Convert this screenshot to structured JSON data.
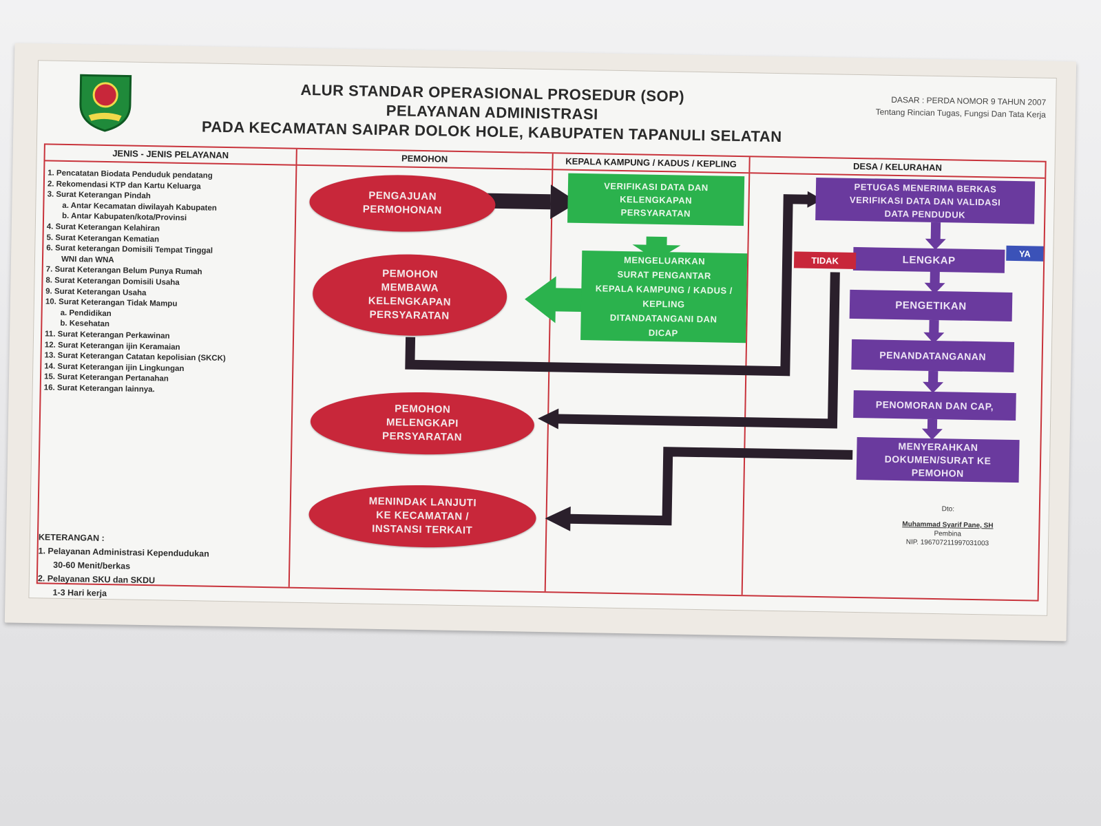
{
  "sign": {
    "title_lines": [
      "ALUR STANDAR OPERASIONAL PROSEDUR (SOP)",
      "PELAYANAN ADMINISTRASI",
      "PADA KECAMATAN SAIPAR DOLOK HOLE, KABUPATEN TAPANULI SELATAN"
    ],
    "dasar_line1": "DASAR : PERDA NOMOR 9 TAHUN 2007",
    "dasar_line2": "Tentang Rincian Tugas, Fungsi Dan Tata Kerja",
    "columns": [
      "JENIS - JENIS PELAYANAN",
      "PEMOHON",
      "KEPALA KAMPUNG / KADUS / KEPLING",
      "DESA / KELURAHAN"
    ],
    "services": [
      "1. Pencatatan Biodata Penduduk pendatang",
      "2. Rekomendasi KTP dan Kartu Keluarga",
      "3. Surat Keterangan Pindah",
      "a. Antar Kecamatan diwilayah Kabupaten",
      "b. Antar Kabupaten/kota/Provinsi",
      "4. Surat Keterangan Kelahiran",
      "5. Surat Keterangan Kematian",
      "6. Surat keterangan Domisili Tempat Tinggal",
      "WNI dan WNA",
      "7. Surat Keterangan Belum Punya Rumah",
      "8. Surat Keterangan Domisili Usaha",
      "9. Surat Keterangan Usaha",
      "10. Surat Keterangan Tidak Mampu",
      "a. Pendidikan",
      "b. Kesehatan",
      "11. Surat Keterangan Perkawinan",
      "12. Surat Keterangan ijin Keramaian",
      "13. Surat Keterangan Catatan kepolisian (SKCK)",
      "14. Surat Keterangan ijin Lingkungan",
      "15. Surat Keterangan Pertanahan",
      "16. Surat Keterangan lainnya."
    ],
    "keterangan_title": "KETERANGAN :",
    "keterangan": [
      "1. Pelayanan Administrasi Kependudukan",
      "30-60 Menit/berkas",
      "2. Pelayanan SKU dan SKDU",
      "1-3 Hari kerja"
    ],
    "pemohon_steps": [
      "PENGAJUAN\nPERMOHONAN",
      "PEMOHON\nMEMBAWA\nKELENGKAPAN\nPERSYARATAN",
      "PEMOHON\nMELENGKAPI\nPERSYARATAN",
      "MENINDAK LANJUTI\nKE KECAMATAN /\nINSTANSI TERKAIT"
    ],
    "kepala_steps": [
      "VERIFIKASI DATA DAN\nKELENGKAPAN\nPERSYARATAN",
      "MENGELUARKAN\nSURAT PENGANTAR\nKEPALA KAMPUNG / KADUS / KEPLING\nDITANDATANGANI DAN\nDICAP"
    ],
    "desa_steps": [
      "PETUGAS MENERIMA BERKAS\nVERIFIKASI DATA DAN VALIDASI\nDATA PENDUDUK",
      "LENGKAP",
      "PENGETIKAN",
      "PENANDATANGANAN",
      "PENOMORAN DAN CAP,",
      "MENYERAHKAN\nDOKUMEN/SURAT KE\nPEMOHON"
    ],
    "tidak_label": "TIDAK",
    "ya_label": "YA",
    "signature": {
      "dto": "Dto:",
      "name": "Muhammad Syarif Pane, SH",
      "rank": "Pembina",
      "nip": "NIP. 196707211997031003"
    }
  },
  "colors": {
    "red": "#c8273a",
    "green": "#2bb24d",
    "purple": "#6a3a9e",
    "arrow": "#2a1f2b",
    "ya_blue": "#3b52b8"
  }
}
